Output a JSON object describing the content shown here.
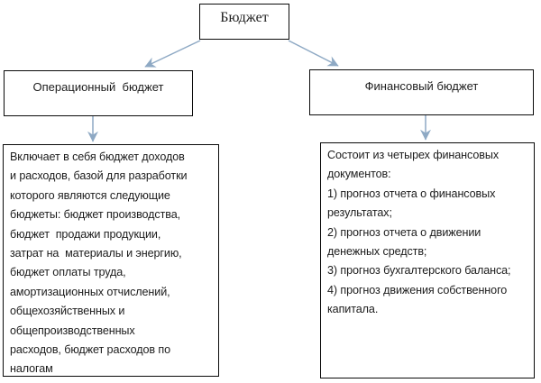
{
  "diagram": {
    "title": "Бюджет",
    "colors": {
      "arrow": "#8ea9c4",
      "border": "#0a0a0a",
      "text": "#1c1c1c",
      "background": "#ffffff"
    },
    "branches": [
      {
        "label": "Операционный  бюджет",
        "description_lines": [
          "Включает в себя бюджет доходов",
          "и расходов, базой для разработки",
          "которого являются следующие",
          "бюджеты: бюджет производства,",
          "бюджет  продажи продукции,",
          "затрат на  материалы и энергию,",
          "бюджет оплаты труда,",
          "амортизационных отчислений,",
          "общехозяйственных и",
          "общепроизводственных",
          "расходов, бюджет расходов по",
          "налогам"
        ]
      },
      {
        "label": "Финансовый бюджет",
        "description_lines": [
          "Состоит из четырех финансовых",
          "документов:",
          "1) прогноз отчета о финансовых",
          "результатах;",
          "2) прогноз отчета о движении",
          "денежных средств;",
          "3) прогноз бухгалтерского баланса;",
          "4) прогноз движения собственного",
          "капитала."
        ]
      }
    ]
  }
}
